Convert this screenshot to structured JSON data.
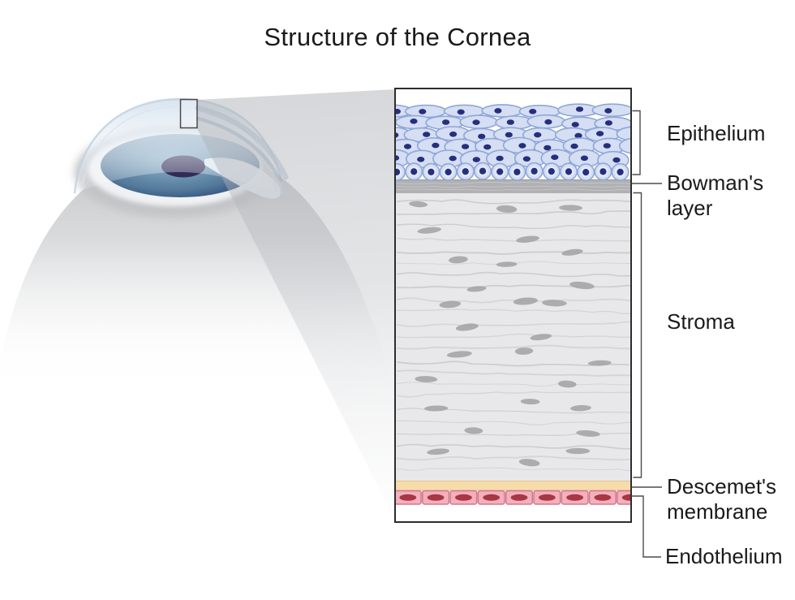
{
  "title": "Structure of the Cornea",
  "panel": {
    "labels": [
      {
        "name": "epithelium",
        "text": "Epithelium"
      },
      {
        "name": "bowmans-layer",
        "text": "Bowman's\nlayer"
      },
      {
        "name": "stroma",
        "text": "Stroma"
      },
      {
        "name": "descemets-membrane",
        "text": "Descemet's\nmembrane"
      },
      {
        "name": "endothelium",
        "text": "Endothelium"
      }
    ]
  },
  "colors": {
    "epithelium_cell_fill": "#d5def2",
    "epithelium_cell_stroke": "#8ea7d8",
    "epithelium_basal_inner": "#e3e9f7",
    "epithelium_nucleus": "#262f7d",
    "bowmans_layer": "#b1b1b4",
    "stroma_bg": "#e8e8ea",
    "stroma_line": "#d4d4d7",
    "keratocyte": "#a6a6a9",
    "descemet_membrane": "#f6dcab",
    "descemet_edge": "#e7c28c",
    "endothelium_cell_fill": "#f3b0bd",
    "endothelium_cell_stroke": "#d2798d",
    "endothelium_nucleus": "#a73743",
    "iris_blue": "#5d86a6",
    "pupil": "#302c55",
    "connector": "#4b4b4b",
    "panel_border": "#2d2d2d"
  }
}
